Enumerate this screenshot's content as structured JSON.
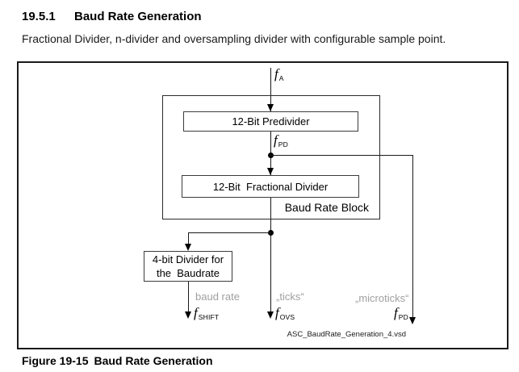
{
  "heading": {
    "number": "19.5.1",
    "title": "Baud Rate Generation"
  },
  "intro": "Fractional Divider, n-divider and oversampling divider with configurable sample point.",
  "diagram": {
    "input_signal": {
      "sym": "f",
      "sub": "A"
    },
    "predivider_label": "12-Bit Predivider",
    "pd_signal": {
      "sym": "f",
      "sub": "PD"
    },
    "fractional_divider_label": "12-Bit  Fractional Divider",
    "block_label": "Baud Rate Block",
    "divider4": {
      "line1": "4-bit Divider for",
      "line2": "the  Baudrate"
    },
    "outputs": {
      "baud_rate_label": "baud rate",
      "ticks_label": "„ticks“",
      "microticks_label": "„microticks“",
      "shift_signal": {
        "sym": "f",
        "sub": "SHIFT"
      },
      "ovs_signal": {
        "sym": "f",
        "sub": "OVS"
      },
      "pd_out_signal": {
        "sym": "f",
        "sub": "PD"
      }
    },
    "source_file": "ASC_BaudRate_Generation_4.vsd"
  },
  "figure_caption": {
    "label": "Figure 19-15",
    "title": "Baud Rate Generation"
  },
  "colors": {
    "text": "#000000",
    "muted_label": "#a0a0a0",
    "line": "#1a1a1a"
  }
}
